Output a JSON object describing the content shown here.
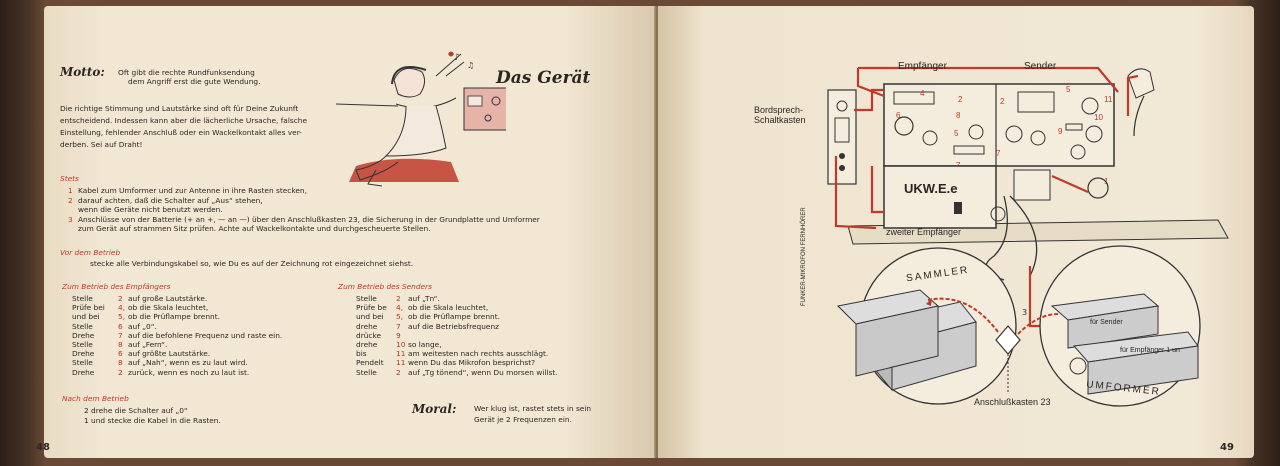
{
  "left_page": {
    "motto_label": "Motto:",
    "motto_lines": [
      "Oft gibt die rechte Rundfunksendung",
      "dem Angriff erst die gute Wendung."
    ],
    "heading": "Das Gerät",
    "intro_lines": [
      "Die richtige Stimmung und Lautstärke sind oft für Deine Zukunft",
      "entscheidend. Indessen kann aber die lächerliche Ursache, falsche",
      "Einstellung, fehlender Anschluß oder ein Wackelkontakt alles ver-",
      "derben. Sei auf Draht!"
    ],
    "stets": {
      "title": "Stets",
      "items": [
        {
          "n": "1",
          "text": "Kabel zum Umformer und zur Antenne in ihre Rasten stecken,"
        },
        {
          "n": "2",
          "text": "darauf achten, daß die Schalter auf „Aus“ stehen,"
        },
        {
          "n": "",
          "text": "wenn die Geräte nicht benutzt werden."
        },
        {
          "n": "3",
          "text": "Anschlüsse von der Batterie (+ an +, — an —) über den Anschlußkasten 23, die Sicherung in der Grundplatte und Umformer"
        },
        {
          "n": "",
          "text": "zum Gerät auf strammen Sitz prüfen. Achte auf Wackelkontakte und durchgescheuerte Stellen."
        }
      ]
    },
    "vor_dem_betrieb": {
      "title": "Vor dem Betrieb",
      "text": "stecke alle Verbindungskabel so, wie Du es auf der Zeichnung rot eingezeichnet siehst."
    },
    "betrieb_empfaenger": {
      "title": "Zum Betrieb des Empfängers",
      "rows": [
        {
          "l": "Stelle",
          "n": "2",
          "t": "auf große Lautstärke."
        },
        {
          "l": "Prüfe bei",
          "n": "4,",
          "t": "ob die Skala leuchtet,"
        },
        {
          "l": "und bei",
          "n": "5,",
          "t": "ob die Prüflampe brennt."
        },
        {
          "l": "Stelle",
          "n": "6",
          "t": "auf „0“."
        },
        {
          "l": "Drehe",
          "n": "7",
          "t": "auf die befohlene Frequenz und raste ein."
        },
        {
          "l": "Stelle",
          "n": "8",
          "t": "auf „Fern“."
        },
        {
          "l": "Drehe",
          "n": "6",
          "t": "auf größte Lautstärke."
        },
        {
          "l": "Stelle",
          "n": "8",
          "t": "auf „Nah“, wenn es zu laut wird."
        },
        {
          "l": "Drehe",
          "n": "2",
          "t": "zurück, wenn es noch zu laut ist."
        }
      ]
    },
    "betrieb_sender": {
      "title": "Zum Betrieb des Senders",
      "rows": [
        {
          "l": "Stelle",
          "n": "2",
          "t": "auf „Tn“."
        },
        {
          "l": "Prüfe be",
          "n": "4,",
          "t": "ob die Skala leuchtet,"
        },
        {
          "l": "und bei",
          "n": "5,",
          "t": "ob die Prüflampe brennt."
        },
        {
          "l": "drehe",
          "n": "7",
          "t": "auf die Betriebsfrequenz"
        },
        {
          "l": "drücke",
          "n": "9",
          "t": ""
        },
        {
          "l": "drehe",
          "n": "10",
          "t": "so lange,"
        },
        {
          "l": "bis",
          "n": "11",
          "t": "am weitesten nach rechts ausschlägt."
        },
        {
          "l": "Pendelt",
          "n": "11",
          "t": "wenn Du das Mikrofon besprichst?"
        },
        {
          "l": "Stelle",
          "n": "2",
          "t": "auf „Tg tönend“, wenn Du morsen willst."
        }
      ]
    },
    "nach_dem_betrieb": {
      "title": "Nach dem Betrieb",
      "lines": [
        "2 drehe die Schalter auf „0“",
        "1 und stecke die Kabel in die Rasten."
      ]
    },
    "moral_label": "Moral:",
    "moral_lines": [
      "Wer klug ist, rastet stets in sein",
      "Gerät je 2 Frequenzen ein."
    ],
    "page_number": "48"
  },
  "right_page": {
    "labels": {
      "empfaenger": "Empfänger",
      "sender": "Sender",
      "bordsprech": "Bordsprech-",
      "schaltkasten": "Schaltkasten",
      "ukw": "UKW.E.e",
      "zweiter": "zweiter Empfänger",
      "funker": "FUNKER-MIKROFON FERNHÖRER",
      "sammler": "SAMMLER",
      "umformer": "UMFORMER",
      "fuer_sender": "für Sender",
      "fuer_empfaenger": "für Empfänger 1 un",
      "anschluss": "Anschlußkasten 23",
      "three": "3"
    },
    "page_number": "49"
  },
  "colors": {
    "paper": "#efe4cf",
    "ink": "#2b2622",
    "red_accent": "#c0392b"
  }
}
